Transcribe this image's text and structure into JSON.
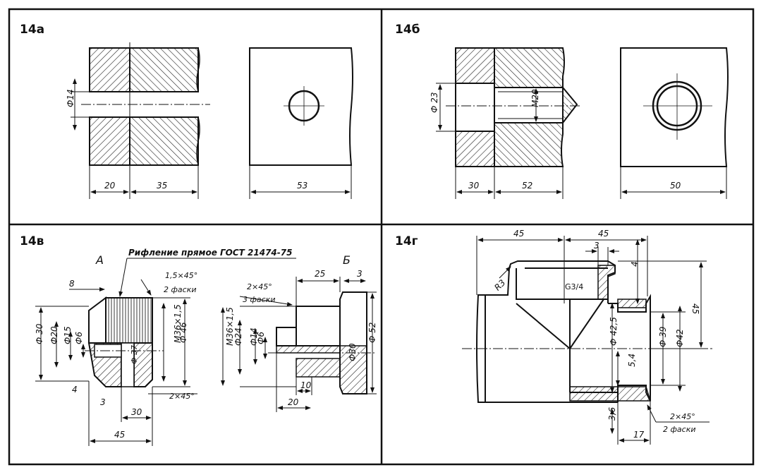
{
  "panels": [
    {
      "label": "14а",
      "dims": [
        "Ф14",
        "20",
        "35",
        "53"
      ]
    },
    {
      "label": "14б",
      "dims": [
        "Ф 23",
        "М20",
        "30",
        "52",
        "50"
      ]
    },
    {
      "label": "14в",
      "view_a": "А",
      "view_b": "Б",
      "note_knurl": "Рифление прямое ГОСТ 21474-75",
      "dims_a": [
        "8",
        "1,5×45°",
        "2 фаски",
        "Ф 30",
        "Ф20",
        "Ф15",
        "Ф6",
        "Ф 37",
        "М36×1,5",
        "Ф 46",
        "4",
        "3",
        "30",
        "45",
        "2×45°"
      ],
      "dims_b": [
        "25",
        "3",
        "2×45°",
        "3 фаски",
        "М36×1,5",
        "Ф24",
        "Ф14",
        "Ф6",
        "Ф30",
        "Ф 52",
        "10",
        "20"
      ]
    },
    {
      "label": "14г",
      "dims": [
        "45",
        "45",
        "3",
        "4",
        "R3",
        "G3/4",
        "45",
        "Ф 42,5",
        "Ф 39",
        "Ф42",
        "5,4",
        "3,6",
        "17",
        "2×45°",
        "2 фаски"
      ]
    }
  ]
}
